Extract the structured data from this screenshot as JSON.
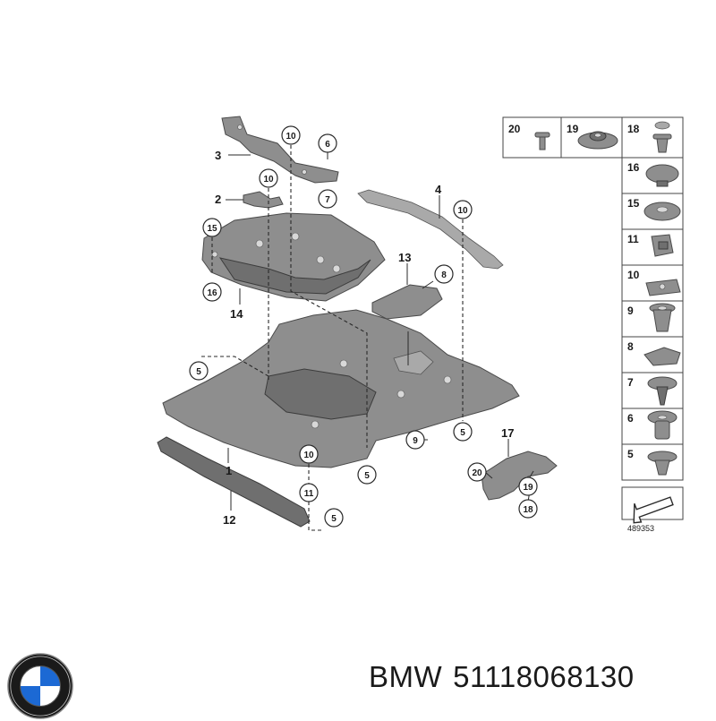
{
  "diagram": {
    "callouts_main": [
      "1",
      "2",
      "3",
      "4",
      "5",
      "6",
      "7",
      "8",
      "9",
      "10",
      "11",
      "12",
      "13",
      "14",
      "15",
      "16",
      "17",
      "18",
      "19",
      "20"
    ],
    "reference_number": "489353",
    "legend": [
      {
        "num": "20",
        "icon": "push-rivet-icon"
      },
      {
        "num": "19",
        "icon": "flange-nut-icon"
      },
      {
        "num": "18",
        "icon": "expanding-rivet-icon"
      },
      {
        "num": "16",
        "icon": "plug-cap-icon"
      },
      {
        "num": "15",
        "icon": "grommet-icon"
      },
      {
        "num": "11",
        "icon": "spring-clip-icon"
      },
      {
        "num": "10",
        "icon": "clip-nut-icon"
      },
      {
        "num": "9",
        "icon": "sleeve-nut-icon"
      },
      {
        "num": "8",
        "icon": "foam-pad-icon"
      },
      {
        "num": "7",
        "icon": "body-screw-icon"
      },
      {
        "num": "6",
        "icon": "screw-nut-icon"
      },
      {
        "num": "5",
        "icon": "plastic-rivet-icon"
      }
    ]
  },
  "caption": {
    "brand": "BMW",
    "part_number": "51118068130"
  },
  "colors": {
    "part_gray": "#8e8e8e",
    "line": "#2a2a2a",
    "bmw_blue": "#1c69d4"
  }
}
